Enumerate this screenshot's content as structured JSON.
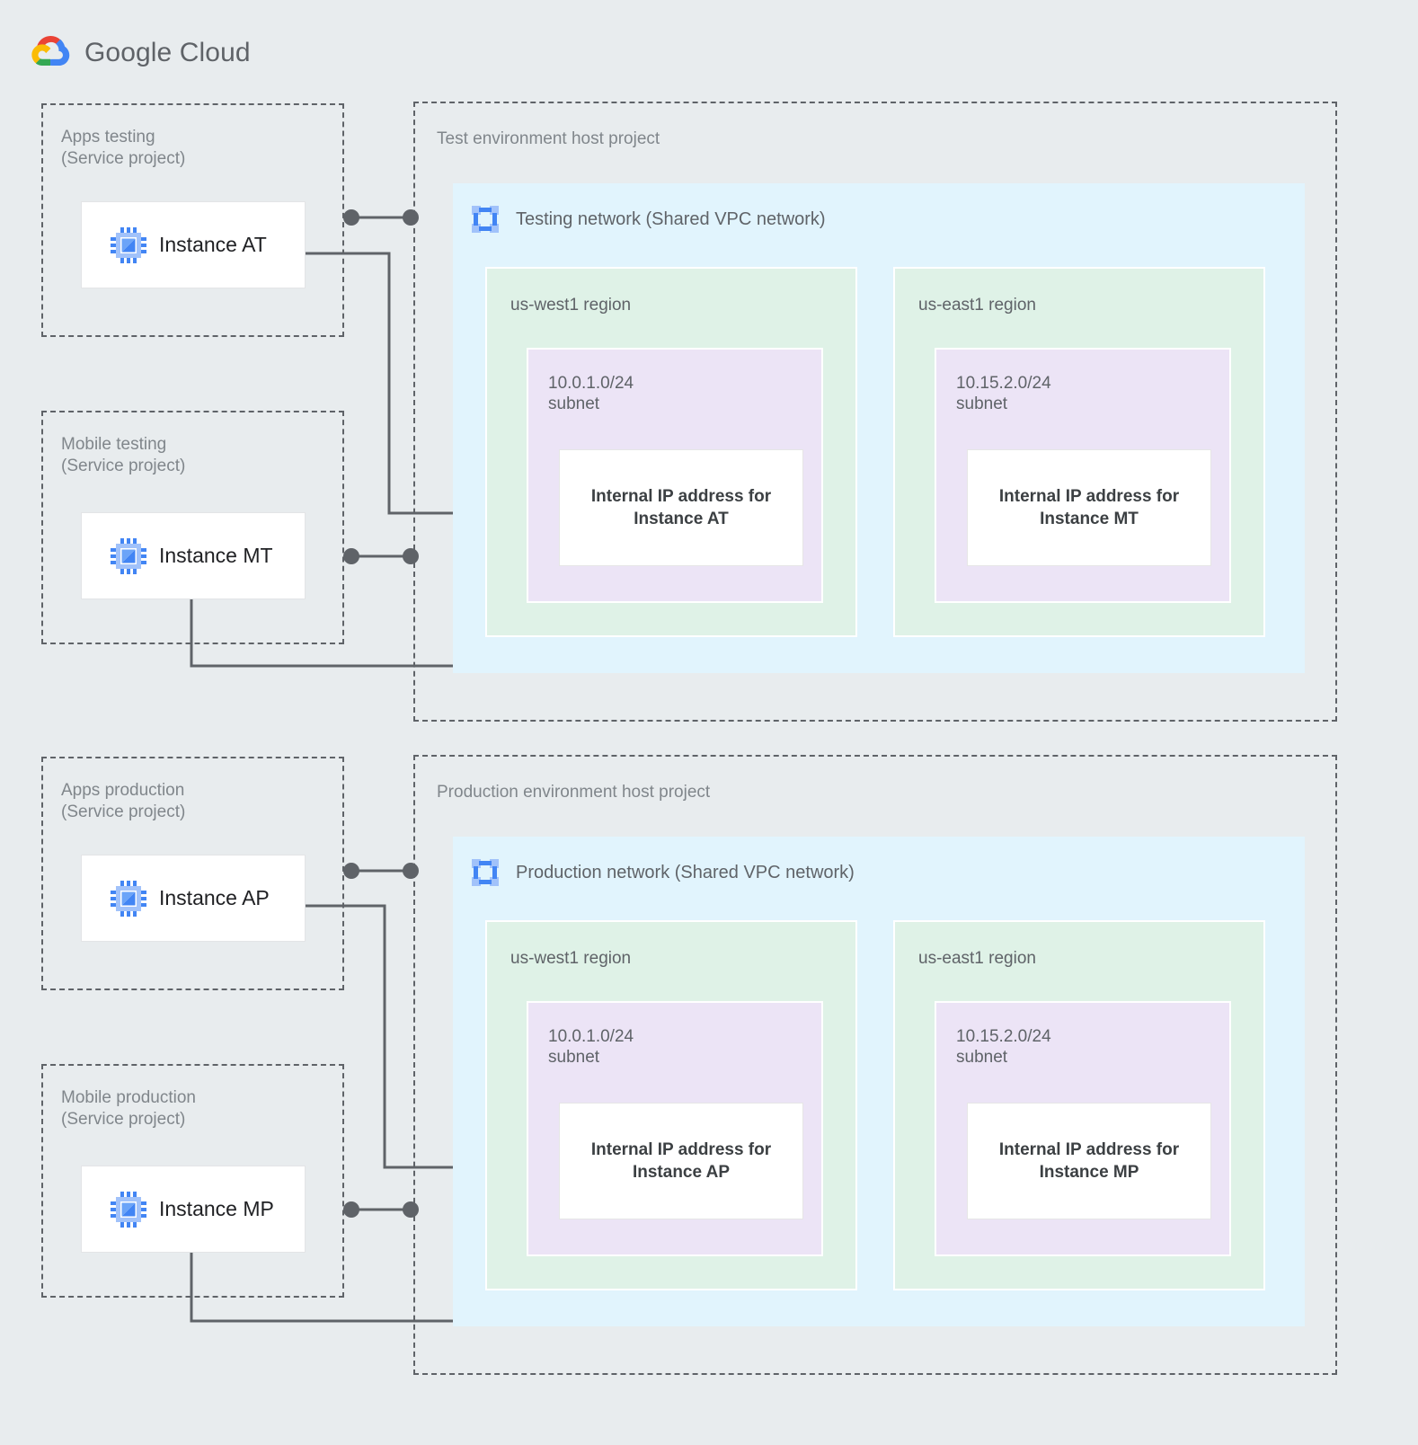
{
  "brand": {
    "logo_text_bold": "Google",
    "logo_text_light": " Cloud",
    "colors": {
      "page_bg": "#e8ecee",
      "vpc_bg": "#e1f4fd",
      "region_bg": "#dff2e7",
      "subnet_bg": "#ece4f6",
      "dashed_border": "#5f6368",
      "wire": "#5f6368",
      "icon_blue": "#4285f4",
      "icon_blue_light": "#a1c2fa"
    }
  },
  "service_projects": [
    {
      "id": "apps-testing",
      "title": "Apps testing\n(Service project)",
      "instance": "Instance AT",
      "icon": "vm-instance-icon"
    },
    {
      "id": "mobile-testing",
      "title": "Mobile testing\n(Service project)",
      "instance": "Instance MT",
      "icon": "vm-instance-icon"
    },
    {
      "id": "apps-production",
      "title": "Apps production\n(Service project)",
      "instance": "Instance AP",
      "icon": "vm-instance-icon"
    },
    {
      "id": "mobile-production",
      "title": "Mobile production\n(Service project)",
      "instance": "Instance MP",
      "icon": "vm-instance-icon"
    }
  ],
  "host_projects": [
    {
      "id": "test-host",
      "title": "Test environment host project",
      "network": {
        "label": "Testing network (Shared VPC network)",
        "icon": "vpc-network-icon"
      },
      "regions": [
        {
          "id": "test-us-west1",
          "label": "us-west1 region",
          "subnet": {
            "label": "10.0.1.0/24\nsubnet",
            "cidr": "10.0.1.0/24",
            "resource": "Internal IP address for\nInstance AT"
          }
        },
        {
          "id": "test-us-east1",
          "label": "us-east1 region",
          "subnet": {
            "label": "10.15.2.0/24\nsubnet",
            "cidr": "10.15.2.0/24",
            "resource": "Internal IP address for\nInstance MT"
          }
        }
      ]
    },
    {
      "id": "prod-host",
      "title": "Production environment host project",
      "network": {
        "label": "Production network (Shared VPC network)",
        "icon": "vpc-network-icon"
      },
      "regions": [
        {
          "id": "prod-us-west1",
          "label": "us-west1 region",
          "subnet": {
            "label": "10.0.1.0/24\nsubnet",
            "cidr": "10.0.1.0/24",
            "resource": "Internal IP address for\nInstance AP"
          }
        },
        {
          "id": "prod-us-east1",
          "label": "us-east1 region",
          "subnet": {
            "label": "10.15.2.0/24\nsubnet",
            "cidr": "10.15.2.0/24",
            "resource": "Internal IP address for\nInstance MP"
          }
        }
      ]
    }
  ]
}
